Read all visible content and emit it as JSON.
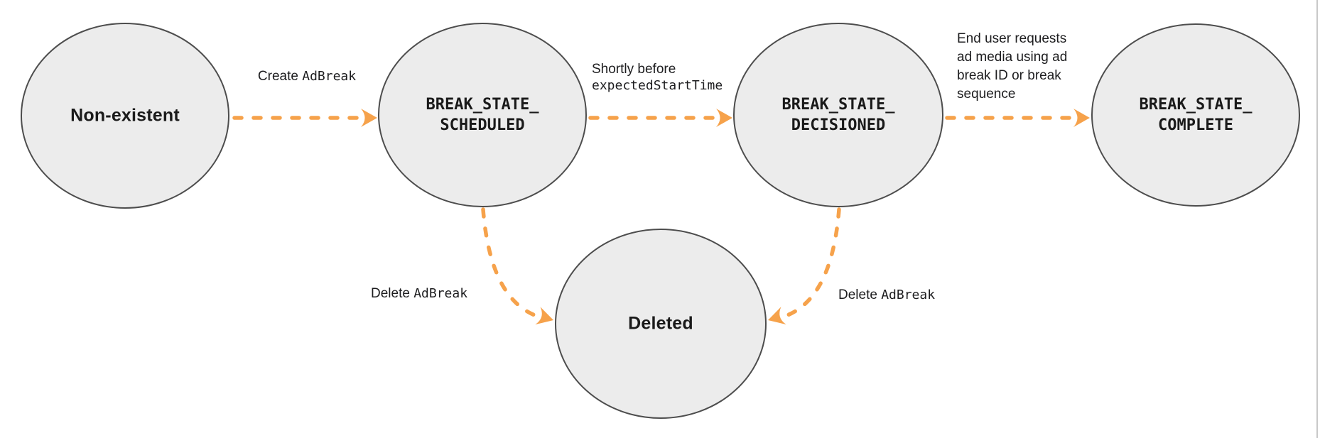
{
  "palette": {
    "background": "#FFFFFF",
    "arrow_orange": "#F6A24B",
    "node_fill": "#ECECEC",
    "node_stroke": "#4D4D4D",
    "text_color": "#1D1D1F",
    "page_edge_line": "#C9C9C9"
  },
  "states": {
    "non_existent": {
      "label": "Non-existent"
    },
    "scheduled": {
      "line1": "BREAK_STATE_",
      "line2": "SCHEDULED"
    },
    "decisioned": {
      "line1": "BREAK_STATE_",
      "line2": "DECISIONED"
    },
    "complete": {
      "line1": "BREAK_STATE_",
      "line2": "COMPLETE"
    },
    "deleted": {
      "label": "Deleted"
    }
  },
  "transitions": {
    "create_adbreak": {
      "plain": "Create ",
      "code": "AdBreak"
    },
    "shortly_before": {
      "plain": "Shortly before",
      "code": "expectedStartTime"
    },
    "end_user_request": {
      "lines": [
        "End user requests",
        "ad media using ad",
        "break ID or break",
        "sequence"
      ]
    },
    "delete_adbreak_left": {
      "plain": "Delete ",
      "code": "AdBreak"
    },
    "delete_adbreak_right": {
      "plain": "Delete ",
      "code": "AdBreak"
    }
  }
}
